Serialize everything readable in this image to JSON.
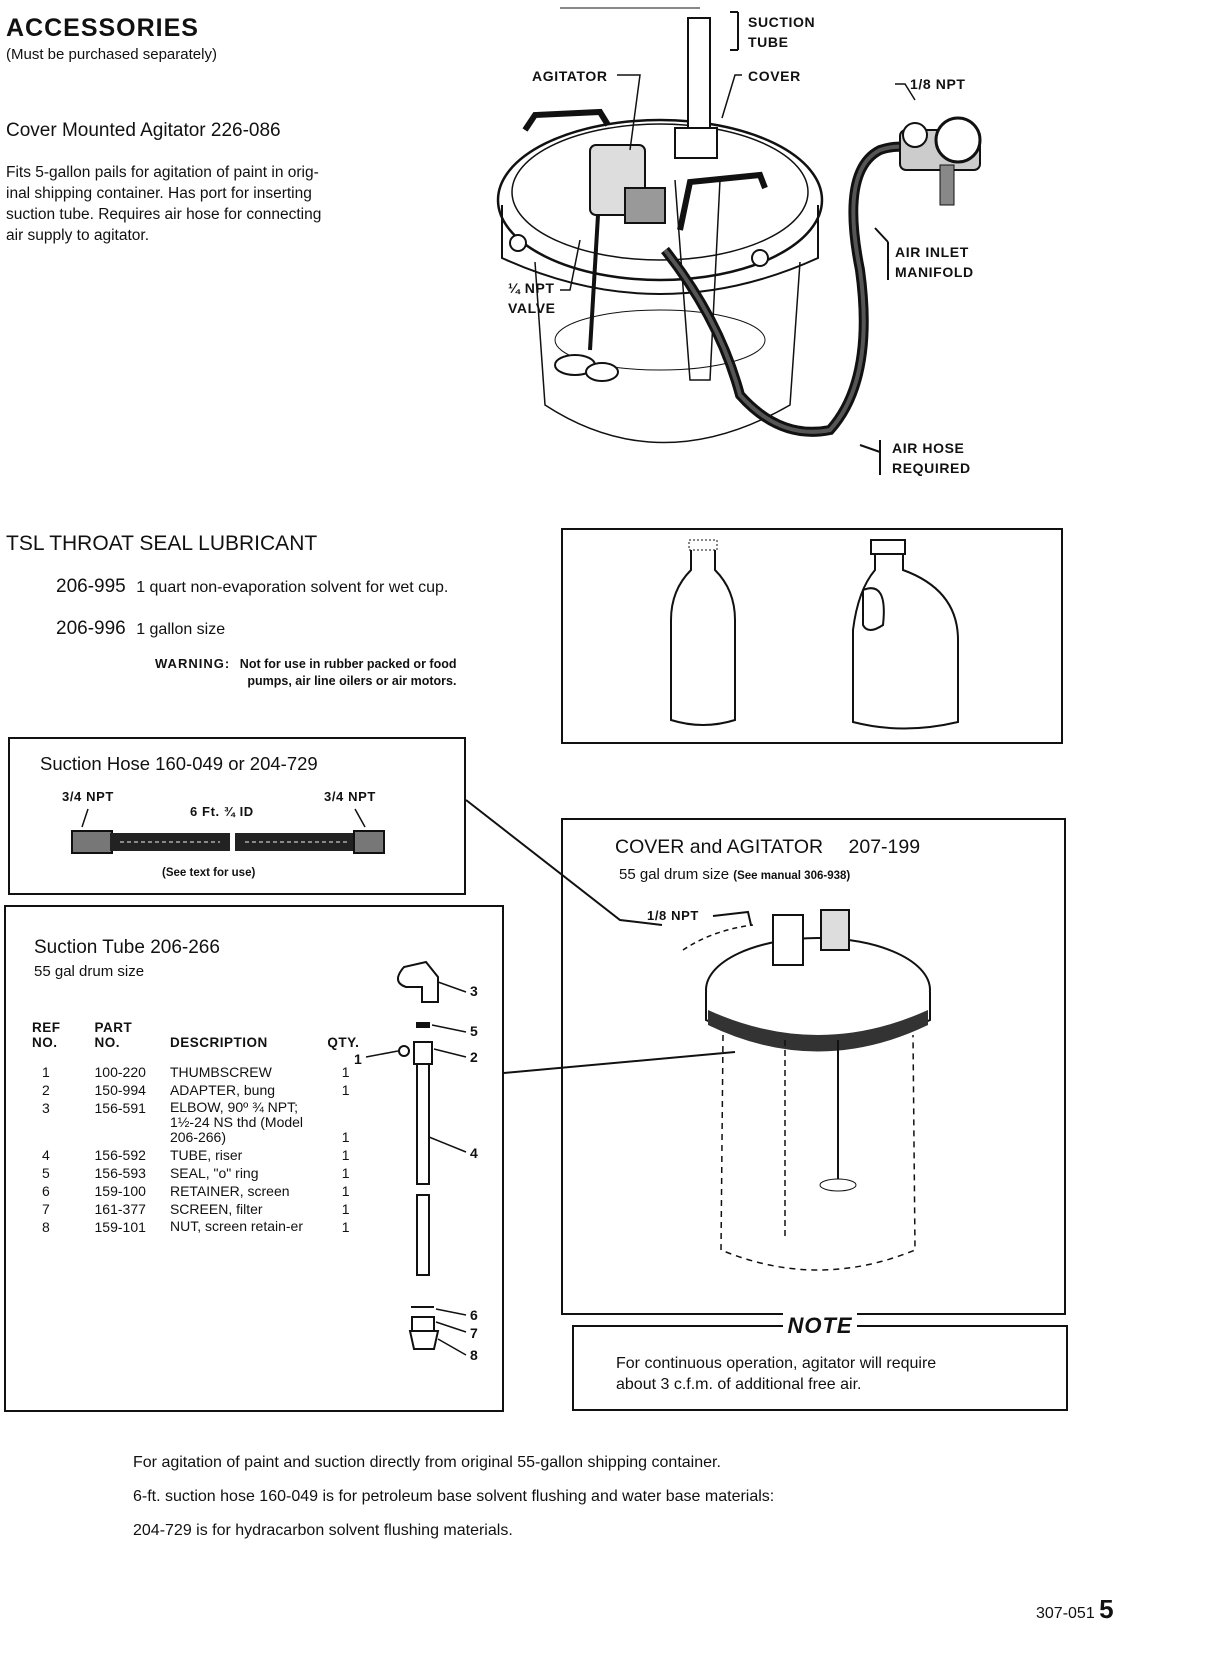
{
  "accessories": {
    "title": "ACCESSORIES",
    "subtitle": "(Must be purchased separately)",
    "agitator_title": "Cover Mounted Agitator 226-086",
    "agitator_desc_lines": [
      "Fits 5-gallon pails for agitation of paint in orig-",
      "inal shipping container.  Has port for inserting",
      "suction tube.  Requires air hose for connecting",
      "air supply to agitator."
    ]
  },
  "figure1_labels": {
    "suction_tube": [
      "SUCTION",
      "TUBE"
    ],
    "agitator": "AGITATOR",
    "cover": "COVER",
    "npt_18": "1/8 NPT",
    "air_inlet": [
      "AIR INLET",
      "MANIFOLD"
    ],
    "npt_valve": [
      "¼ NPT",
      "VALVE"
    ],
    "air_hose": [
      "AIR HOSE",
      "REQUIRED"
    ]
  },
  "tsl": {
    "title": "TSL THROAT SEAL LUBRICANT",
    "items": [
      {
        "part": "206-995",
        "desc": "1 quart non-evaporation solvent for wet cup."
      },
      {
        "part": "206-996",
        "desc": "1 gallon size"
      }
    ],
    "warning_label": "WARNING:",
    "warning_lines": [
      "Not for use in rubber packed or food",
      "pumps, air line oilers or air motors."
    ]
  },
  "suction_hose": {
    "title": "Suction Hose 160-049 or 204-729",
    "left_npt": "3/4 NPT",
    "right_npt": "3/4 NPT",
    "length": "6 Ft. ¾ ID",
    "note": "(See text for use)"
  },
  "cover_agitator": {
    "title": "COVER and AGITATOR",
    "part": "207-199",
    "size": "55 gal drum size",
    "manual": "(See manual 306-938)",
    "npt": "1/8 NPT"
  },
  "suction_tube": {
    "title": "Suction Tube 206-266",
    "size": "55 gal drum size",
    "headers": {
      "ref": [
        "REF",
        "NO."
      ],
      "part": [
        "PART",
        "NO."
      ],
      "desc": "DESCRIPTION",
      "qty": "QTY."
    },
    "rows": [
      {
        "ref": "1",
        "part": "100-220",
        "desc": "THUMBSCREW",
        "qty": "1"
      },
      {
        "ref": "2",
        "part": "150-994",
        "desc": "ADAPTER, bung",
        "qty": "1"
      },
      {
        "ref": "3",
        "part": "156-591",
        "desc": "ELBOW, 90º ¾ NPT; 1½-24 NS thd (Model 206-266)",
        "qty": "1"
      },
      {
        "ref": "4",
        "part": "156-592",
        "desc": "TUBE, riser",
        "qty": "1"
      },
      {
        "ref": "5",
        "part": "156-593",
        "desc": "SEAL, \"o\" ring",
        "qty": "1"
      },
      {
        "ref": "6",
        "part": "159-100",
        "desc": "RETAINER, screen",
        "qty": "1"
      },
      {
        "ref": "7",
        "part": "161-377",
        "desc": "SCREEN, filter",
        "qty": "1"
      },
      {
        "ref": "8",
        "part": "159-101",
        "desc": "NUT, screen retain-er",
        "qty": "1"
      }
    ],
    "callouts": [
      "1",
      "2",
      "3",
      "4",
      "5",
      "6",
      "7",
      "8"
    ]
  },
  "note": {
    "label": "NOTE",
    "lines": [
      "For continuous operation, agitator will require",
      "about 3 c.f.m. of additional free air."
    ]
  },
  "footer_lines": [
    "For  agitation  of  paint  and  suction  directly  from original 55-gallon shipping container.",
    "6-ft.  suction  hose  160-049  is  for  petroleum  base solvent flushing and water base materials:",
    "204-729 is for hydracarbon  solvent flushing materials."
  ],
  "page_number": {
    "doc": "307-051",
    "page": "5"
  }
}
